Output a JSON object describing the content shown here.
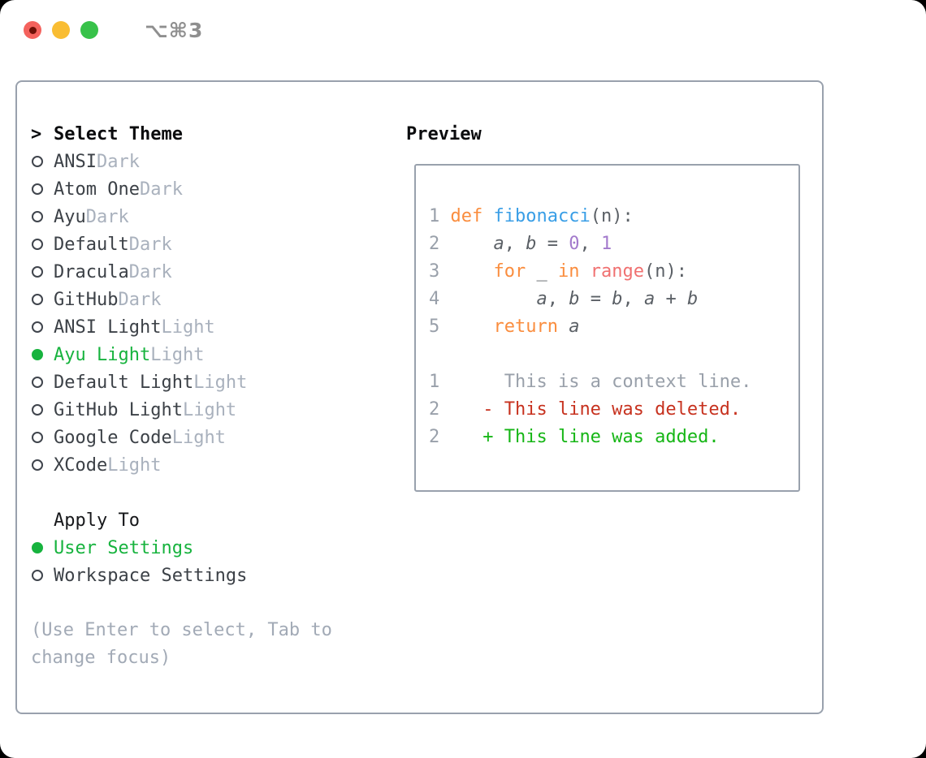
{
  "window": {
    "title": "⌥⌘3",
    "controls": {
      "close": "close",
      "minimize": "minimize",
      "zoom": "zoom"
    }
  },
  "theme_selector": {
    "prompt_marker": ">",
    "title": "Select Theme",
    "themes": [
      {
        "name": "ANSI",
        "variant": "Dark",
        "selected": false
      },
      {
        "name": "Atom One",
        "variant": "Dark",
        "selected": false
      },
      {
        "name": "Ayu",
        "variant": "Dark",
        "selected": false
      },
      {
        "name": "Default",
        "variant": "Dark",
        "selected": false
      },
      {
        "name": "Dracula",
        "variant": "Dark",
        "selected": false
      },
      {
        "name": "GitHub",
        "variant": "Dark",
        "selected": false
      },
      {
        "name": "ANSI Light",
        "variant": "Light",
        "selected": false
      },
      {
        "name": "Ayu Light",
        "variant": "Light",
        "selected": true
      },
      {
        "name": "Default Light",
        "variant": "Light",
        "selected": false
      },
      {
        "name": "GitHub Light",
        "variant": "Light",
        "selected": false
      },
      {
        "name": "Google Code",
        "variant": "Light",
        "selected": false
      },
      {
        "name": "XCode",
        "variant": "Light",
        "selected": false
      }
    ],
    "apply_to": {
      "title": "Apply To",
      "options": [
        {
          "name": "User Settings",
          "selected": true
        },
        {
          "name": "Workspace Settings",
          "selected": false
        }
      ]
    },
    "hint": "(Use Enter to select, Tab to change focus)"
  },
  "preview": {
    "title": "Preview",
    "code_lines": [
      [
        [
          "1 ",
          "ln"
        ],
        [
          "def",
          "kw"
        ],
        [
          " ",
          "df"
        ],
        [
          "fibonacci",
          "fn"
        ],
        [
          "(n):",
          "df"
        ]
      ],
      [
        [
          "2 ",
          "ln"
        ],
        [
          "    ",
          "df"
        ],
        [
          "a",
          "itv"
        ],
        [
          ", ",
          "df"
        ],
        [
          "b",
          "itv"
        ],
        [
          " = ",
          "df"
        ],
        [
          "0",
          "num"
        ],
        [
          ", ",
          "df"
        ],
        [
          "1",
          "num"
        ]
      ],
      [
        [
          "3 ",
          "ln"
        ],
        [
          "    ",
          "df"
        ],
        [
          "for",
          "kw"
        ],
        [
          " _ ",
          "df"
        ],
        [
          "in",
          "kw"
        ],
        [
          " ",
          "df"
        ],
        [
          "range",
          "rng"
        ],
        [
          "(n):",
          "df"
        ]
      ],
      [
        [
          "4 ",
          "ln"
        ],
        [
          "        ",
          "df"
        ],
        [
          "a",
          "itv"
        ],
        [
          ", ",
          "df"
        ],
        [
          "b",
          "itv"
        ],
        [
          " = ",
          "df"
        ],
        [
          "b",
          "itv"
        ],
        [
          ", ",
          "df"
        ],
        [
          "a",
          "itv"
        ],
        [
          " + ",
          "df"
        ],
        [
          "b",
          "itv"
        ]
      ],
      [
        [
          "5 ",
          "ln"
        ],
        [
          "    ",
          "df"
        ],
        [
          "return",
          "kw"
        ],
        [
          " ",
          "df"
        ],
        [
          "a",
          "itv"
        ]
      ],
      [],
      [
        [
          "1 ",
          "ln"
        ],
        [
          "     This is a context line.",
          "ctx"
        ]
      ],
      [
        [
          "2 ",
          "ln"
        ],
        [
          "   - This line was deleted.",
          "del"
        ]
      ],
      [
        [
          "2 ",
          "ln"
        ],
        [
          "   + This line was added.",
          "add"
        ]
      ]
    ]
  },
  "colors": {
    "traffic_red": "#f4625d",
    "traffic_yellow": "#f9bd33",
    "traffic_green": "#38c24a",
    "border_gray": "#99a1ad",
    "heading_black": "#0b0c0e",
    "item_text": "#3c4147",
    "muted_gray": "#a9b1bd",
    "hint_gray": "#a2aab6",
    "accent_green": "#17b33e",
    "line_number_gray": "#99a0aa",
    "code_default": "#5b6066",
    "keyword_orange": "#fa8d3e",
    "function_blue": "#399ee6",
    "constant_purple": "#a37acc",
    "builtin_coral": "#f07171",
    "diff_deleted_red": "#c7321f",
    "diff_added_green": "#16b616"
  }
}
